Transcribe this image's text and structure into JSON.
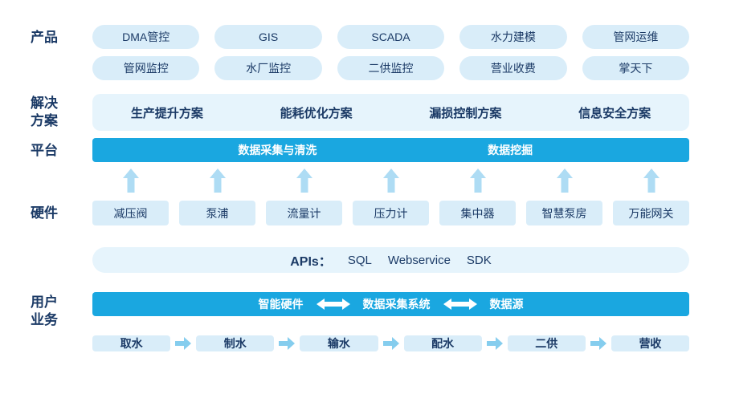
{
  "colors": {
    "accent_blue": "#1aa7e0",
    "pill_bg": "#d9edf9",
    "bar_bg": "#e6f4fc",
    "text_navy": "#1b3a66",
    "up_arrow": "#aedcf4",
    "flow_arrow": "#85cdee"
  },
  "sections": {
    "products": {
      "label": "产品",
      "row1": [
        "DMA管控",
        "GIS",
        "SCADA",
        "水力建模",
        "管网运维"
      ],
      "row2": [
        "管网监控",
        "水厂监控",
        "二供监控",
        "营业收费",
        "掌天下"
      ]
    },
    "solutions": {
      "label_line1": "解决",
      "label_line2": "方案",
      "items": [
        "生产提升方案",
        "能耗优化方案",
        "漏损控制方案",
        "信息安全方案"
      ]
    },
    "platform": {
      "label": "平台",
      "left_item": "数据采集与清洗",
      "right_item": "数据挖掘"
    },
    "hardware": {
      "label": "硬件",
      "items": [
        "减压阀",
        "泵浦",
        "流量计",
        "压力计",
        "集中器",
        "智慧泵房",
        "万能网关"
      ]
    },
    "apis": {
      "title": "APIs：",
      "items": [
        "SQL",
        "Webservice",
        "SDK"
      ]
    },
    "business": {
      "label_line1": "用户",
      "label_line2": "业务",
      "chain": [
        "智能硬件",
        "数据采集系统",
        "数据源"
      ],
      "flow": [
        "取水",
        "制水",
        "输水",
        "配水",
        "二供",
        "营收"
      ]
    }
  }
}
